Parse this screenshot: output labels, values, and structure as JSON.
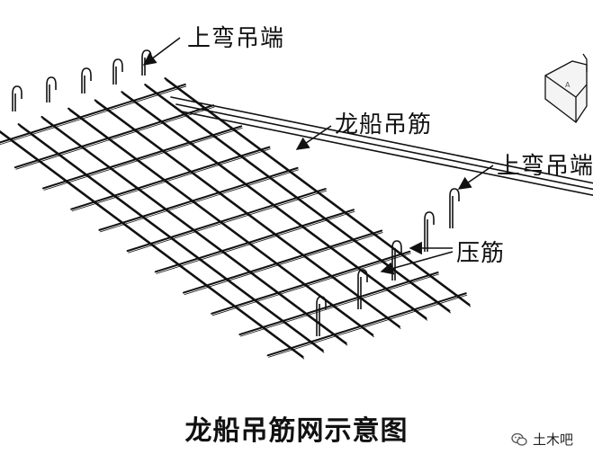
{
  "labels": {
    "top_hook_end_1": "上弯吊端",
    "keel_hanger_bar": "龙船吊筋",
    "top_hook_end_2": "上弯吊端",
    "pressing_bar": "压筋"
  },
  "caption": "龙船吊筋网示意图",
  "watermark": {
    "text": "土木吧",
    "icon": "wechat-icon"
  },
  "colors": {
    "stroke": "#111111",
    "background": "#ffffff"
  }
}
